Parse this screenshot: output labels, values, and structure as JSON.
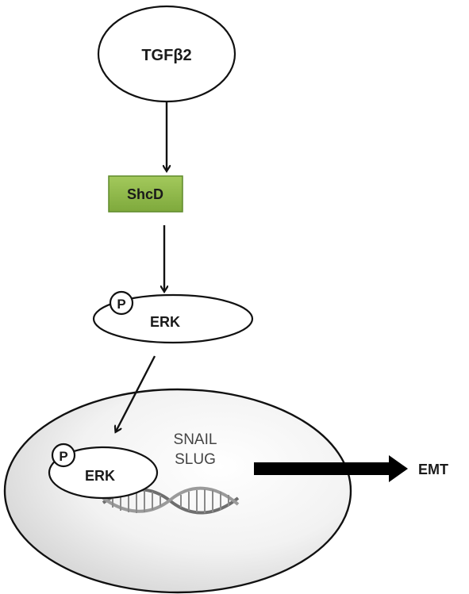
{
  "nodes": {
    "tgfb2": "TGFβ2",
    "shcd": "ShcD",
    "erk_cytoplasm": "ERK",
    "erk_cytoplasm_phospho": "P",
    "erk_nucleus": "ERK",
    "erk_nucleus_phospho": "P",
    "snail": "SNAIL",
    "slug": "SLUG",
    "emt": "EMT"
  },
  "colors": {
    "shcd_fill": "#8fba4a",
    "shcd_border": "#5f8a2a",
    "stroke": "#111111",
    "nucleus_fill_light": "#ffffff",
    "nucleus_fill_dark": "#d9d9d9"
  },
  "icons": {
    "dna": "dna-helix-icon"
  }
}
